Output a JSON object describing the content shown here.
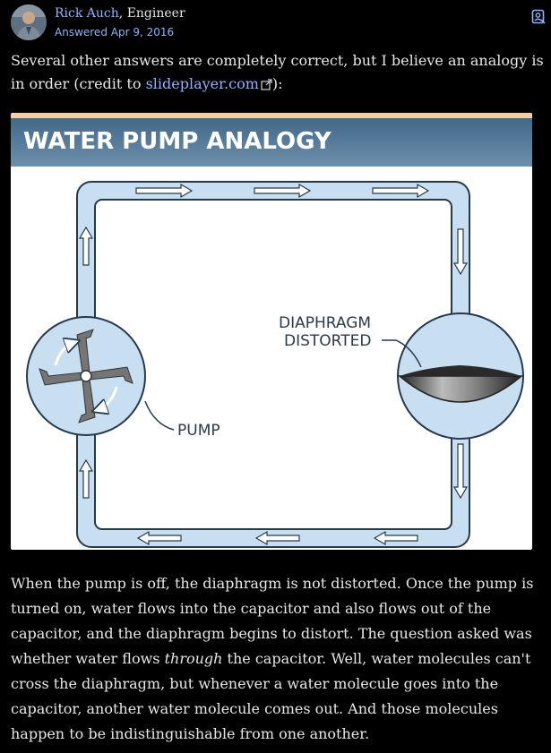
{
  "author": {
    "name": "Rick Auch",
    "separator": ", ",
    "credential": "Engineer",
    "answered": "Answered Apr 9, 2016"
  },
  "intro": {
    "before_link": "Several other answers are completely correct, but I believe an analogy is in order (credit to ",
    "link_text": "slideplayer.com",
    "after_link": "):"
  },
  "figure": {
    "title": "WATER PUMP ANALOGY",
    "label_diaphragm_line1": "DIAPHRAGM",
    "label_diaphragm_line2": "DISTORTED",
    "label_pump": "PUMP",
    "colors": {
      "title_band": "#4a6f8e",
      "pipe_fill": "#c8dff2",
      "pipe_stroke": "#25394d"
    }
  },
  "icons": {
    "header_right": "bookmark-person-icon",
    "external_link": "external-link-icon"
  },
  "body": {
    "part1": "When the pump is off, the diaphragm is not distorted. Once the pump is turned on, water flows into the capacitor and also flows out of the capacitor, and the diaphragm begins to distort. The question asked was whether water flows ",
    "emphasis": "through",
    "part2": " the capacitor. Well, water molecules can't cross the diaphragm, but whenever a water molecule goes into the capacitor, another water molecule comes out. And those molecules happen to be indistinguishable from one another."
  }
}
